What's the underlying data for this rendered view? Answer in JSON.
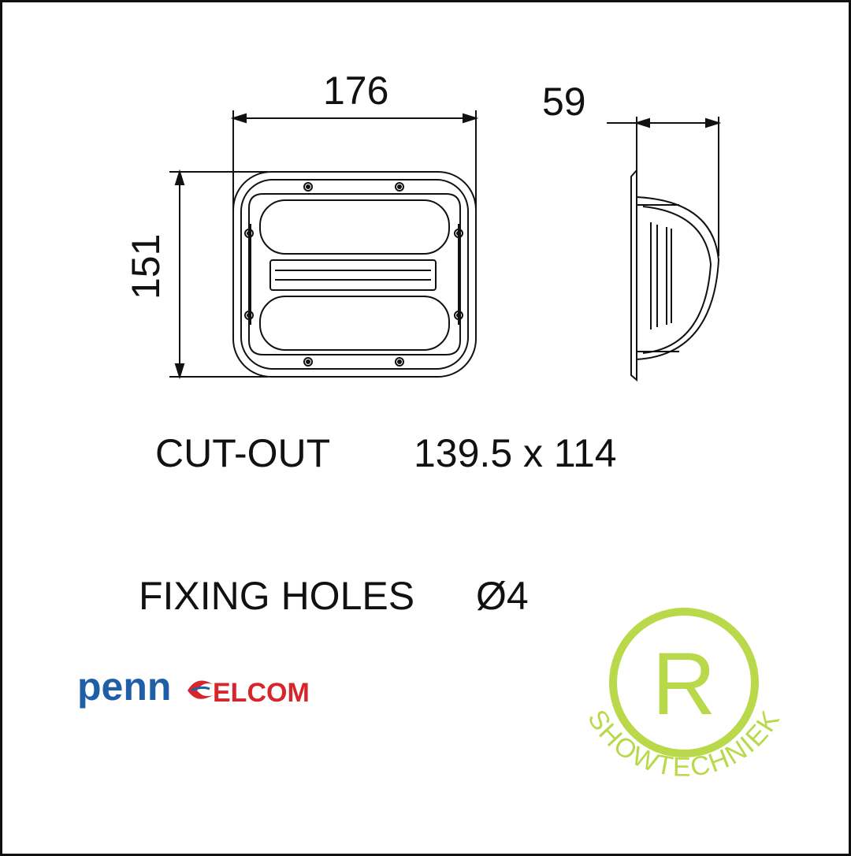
{
  "dimensions": {
    "width": "176",
    "depth": "59",
    "height": "151"
  },
  "specs": {
    "cutout_label": "CUT-OUT",
    "cutout_value": "139.5 x 114",
    "holes_label": "FIXING HOLES",
    "holes_value": "Ø4"
  },
  "brand": {
    "part1": "penn",
    "part2": "ELCOM",
    "color_blue": "#1f5fa8",
    "color_red": "#d6262b"
  },
  "seal": {
    "letter": "R",
    "arc_text": "SHOWTECHNIEK",
    "color": "#b9d84a"
  },
  "colors": {
    "line": "#111111",
    "background": "#ffffff"
  }
}
